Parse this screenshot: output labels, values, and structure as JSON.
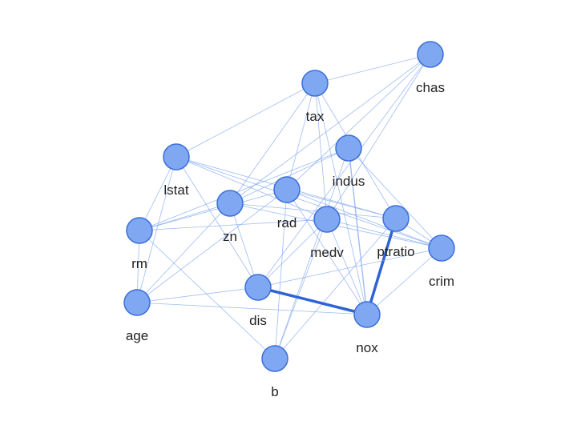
{
  "graph": {
    "nodes": [
      {
        "id": "chas",
        "label": "chas"
      },
      {
        "id": "tax",
        "label": "tax"
      },
      {
        "id": "indus",
        "label": "indus"
      },
      {
        "id": "lstat",
        "label": "lstat"
      },
      {
        "id": "rad",
        "label": "rad"
      },
      {
        "id": "zn",
        "label": "zn"
      },
      {
        "id": "medv",
        "label": "medv"
      },
      {
        "id": "ptratio",
        "label": "ptratio"
      },
      {
        "id": "rm",
        "label": "rm"
      },
      {
        "id": "crim",
        "label": "crim"
      },
      {
        "id": "dis",
        "label": "dis"
      },
      {
        "id": "age",
        "label": "age"
      },
      {
        "id": "nox",
        "label": "nox"
      },
      {
        "id": "b",
        "label": "b"
      }
    ],
    "edges": [
      {
        "source": "tax",
        "target": "chas",
        "weight": 1
      },
      {
        "source": "tax",
        "target": "lstat",
        "weight": 1
      },
      {
        "source": "tax",
        "target": "zn",
        "weight": 1
      },
      {
        "source": "tax",
        "target": "rad",
        "weight": 1
      },
      {
        "source": "tax",
        "target": "medv",
        "weight": 1
      },
      {
        "source": "tax",
        "target": "ptratio",
        "weight": 1
      },
      {
        "source": "tax",
        "target": "nox",
        "weight": 1
      },
      {
        "source": "chas",
        "target": "rad",
        "weight": 1
      },
      {
        "source": "chas",
        "target": "zn",
        "weight": 1
      },
      {
        "source": "chas",
        "target": "medv",
        "weight": 1
      },
      {
        "source": "chas",
        "target": "dis",
        "weight": 1
      },
      {
        "source": "indus",
        "target": "zn",
        "weight": 1
      },
      {
        "source": "indus",
        "target": "rm",
        "weight": 1
      },
      {
        "source": "indus",
        "target": "nox",
        "weight": 2
      },
      {
        "source": "indus",
        "target": "b",
        "weight": 1
      },
      {
        "source": "indus",
        "target": "crim",
        "weight": 1
      },
      {
        "source": "lstat",
        "target": "rm",
        "weight": 1
      },
      {
        "source": "lstat",
        "target": "age",
        "weight": 1
      },
      {
        "source": "lstat",
        "target": "ptratio",
        "weight": 1
      },
      {
        "source": "lstat",
        "target": "crim",
        "weight": 1
      },
      {
        "source": "lstat",
        "target": "medv",
        "weight": 1
      },
      {
        "source": "lstat",
        "target": "dis",
        "weight": 1
      },
      {
        "source": "rad",
        "target": "rm",
        "weight": 1
      },
      {
        "source": "rad",
        "target": "ptratio",
        "weight": 1
      },
      {
        "source": "rad",
        "target": "crim",
        "weight": 1
      },
      {
        "source": "rad",
        "target": "nox",
        "weight": 1
      },
      {
        "source": "rad",
        "target": "b",
        "weight": 1
      },
      {
        "source": "rad",
        "target": "age",
        "weight": 1
      },
      {
        "source": "zn",
        "target": "rm",
        "weight": 1
      },
      {
        "source": "zn",
        "target": "dis",
        "weight": 1
      },
      {
        "source": "zn",
        "target": "crim",
        "weight": 1
      },
      {
        "source": "zn",
        "target": "ptratio",
        "weight": 1
      },
      {
        "source": "zn",
        "target": "age",
        "weight": 1
      },
      {
        "source": "medv",
        "target": "nox",
        "weight": 1
      },
      {
        "source": "medv",
        "target": "b",
        "weight": 1
      },
      {
        "source": "medv",
        "target": "dis",
        "weight": 1
      },
      {
        "source": "medv",
        "target": "crim",
        "weight": 1
      },
      {
        "source": "medv",
        "target": "rm",
        "weight": 1
      },
      {
        "source": "ptratio",
        "target": "nox",
        "weight": 5
      },
      {
        "source": "ptratio",
        "target": "b",
        "weight": 1
      },
      {
        "source": "ptratio",
        "target": "crim",
        "weight": 1
      },
      {
        "source": "crim",
        "target": "nox",
        "weight": 1
      },
      {
        "source": "crim",
        "target": "dis",
        "weight": 1
      },
      {
        "source": "dis",
        "target": "nox",
        "weight": 5
      },
      {
        "source": "dis",
        "target": "age",
        "weight": 1
      },
      {
        "source": "rm",
        "target": "age",
        "weight": 1
      },
      {
        "source": "rm",
        "target": "b",
        "weight": 1
      },
      {
        "source": "age",
        "target": "nox",
        "weight": 1
      }
    ]
  }
}
